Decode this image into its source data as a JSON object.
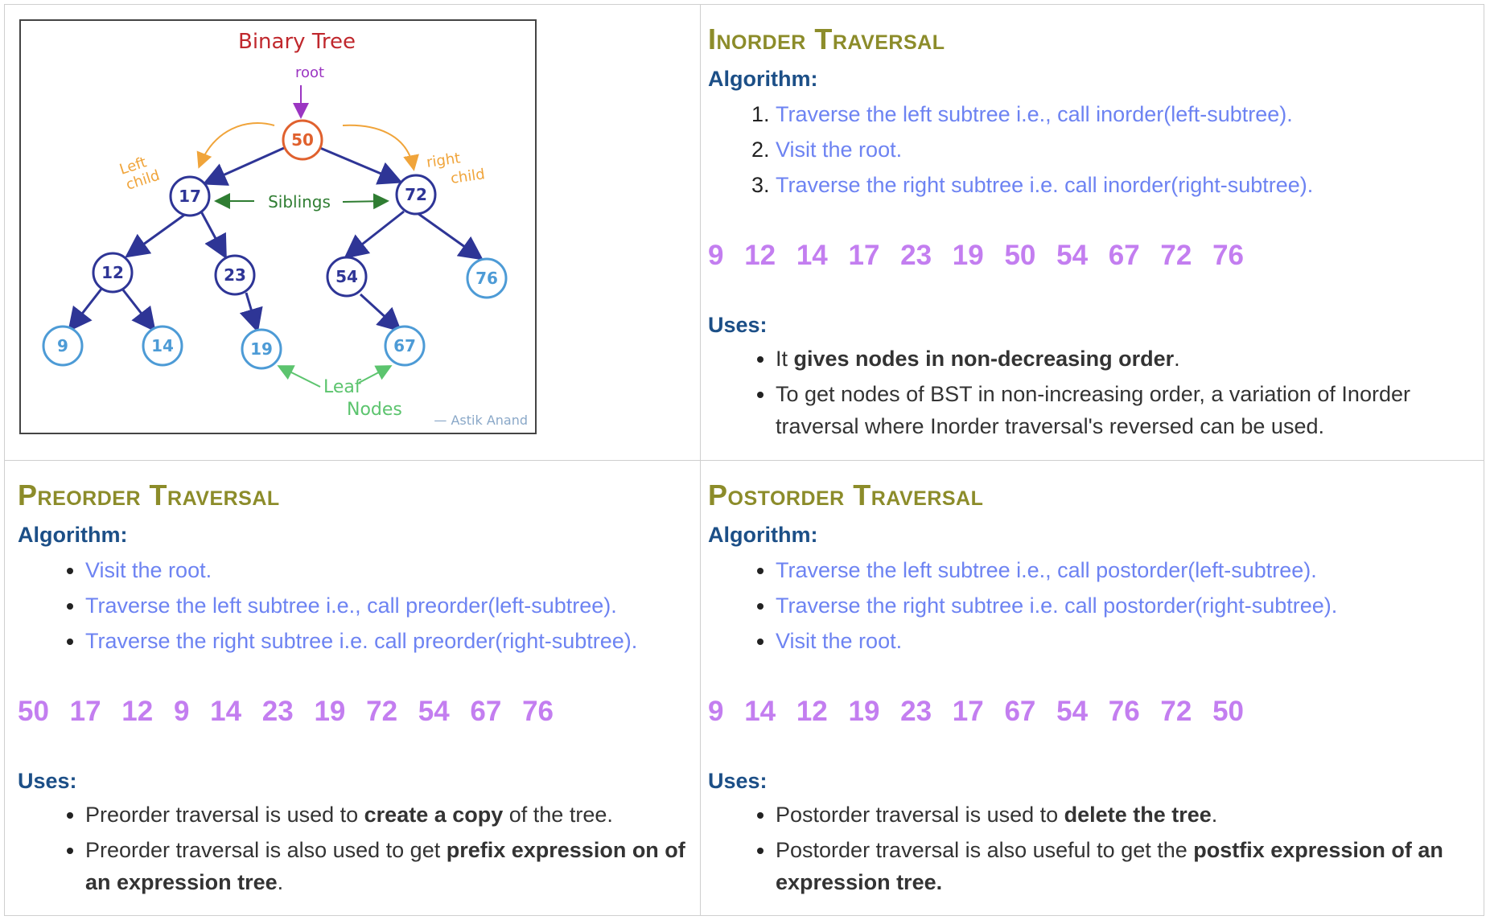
{
  "diagram": {
    "title": "Binary Tree",
    "root_label": "root",
    "left_child_label_1": "Left",
    "left_child_label_2": "child",
    "right_child_label_1": "right",
    "right_child_label_2": "child",
    "siblings_label": "Siblings",
    "leaf_label_1": "Leaf",
    "leaf_label_2": "Nodes",
    "signature": "— Astik Anand",
    "nodes": [
      "50",
      "17",
      "72",
      "12",
      "23",
      "54",
      "76",
      "9",
      "14",
      "19",
      "67"
    ],
    "colors": {
      "root": "#e0612e",
      "internal": "#2e3596",
      "leaf": "#4d9bd6",
      "child_arrow": "#f0a43a",
      "siblings": "#2f7d32",
      "leaf_note": "#5cc46e",
      "root_arrow": "#9b35c2",
      "title": "#c0282d"
    }
  },
  "inorder": {
    "title": "Inorder Traversal",
    "algorithm_label": "Algorithm:",
    "steps": [
      "Traverse the left subtree i.e., call inorder(left-subtree).",
      "Visit the root.",
      "Traverse the right subtree i.e. call inorder(right-subtree)."
    ],
    "sequence": "9 12 14 17 23 19 50 54 67 72 76",
    "uses_label": "Uses:",
    "uses": [
      {
        "pre": "It ",
        "bold": "gives nodes in non-decreasing order",
        "post": "."
      },
      {
        "pre": "To get nodes of BST in non-increasing order, a variation of Inorder traversal where Inorder traversal's reversed can be used.",
        "bold": "",
        "post": ""
      }
    ]
  },
  "preorder": {
    "title": "Preorder Traversal",
    "algorithm_label": "Algorithm:",
    "steps": [
      "Visit the root.",
      "Traverse the left subtree i.e., call preorder(left-subtree).",
      "Traverse the right subtree i.e. call preorder(right-subtree)."
    ],
    "sequence": "50 17 12 9 14 23 19 72 54 67 76",
    "uses_label": "Uses:",
    "uses": [
      {
        "pre": "Preorder traversal is used to ",
        "bold": "create a copy",
        "post": " of the tree."
      },
      {
        "pre": "Preorder traversal is also used to get ",
        "bold": "prefix expression on of an expression tree",
        "post": "."
      }
    ]
  },
  "postorder": {
    "title": "Postorder Traversal",
    "algorithm_label": "Algorithm:",
    "steps": [
      "Traverse the left subtree i.e., call postorder(left-subtree).",
      "Traverse the right subtree i.e. call postorder(right-subtree).",
      "Visit the root."
    ],
    "sequence": "9 14 12 19 23 17 67 54 76 72 50",
    "uses_label": "Uses:",
    "uses": [
      {
        "pre": "Postorder traversal is used to ",
        "bold": "delete the tree",
        "post": "."
      },
      {
        "pre": "Postorder traversal is also useful to get the ",
        "bold": "postfix expression of an expression tree.",
        "post": ""
      }
    ]
  }
}
